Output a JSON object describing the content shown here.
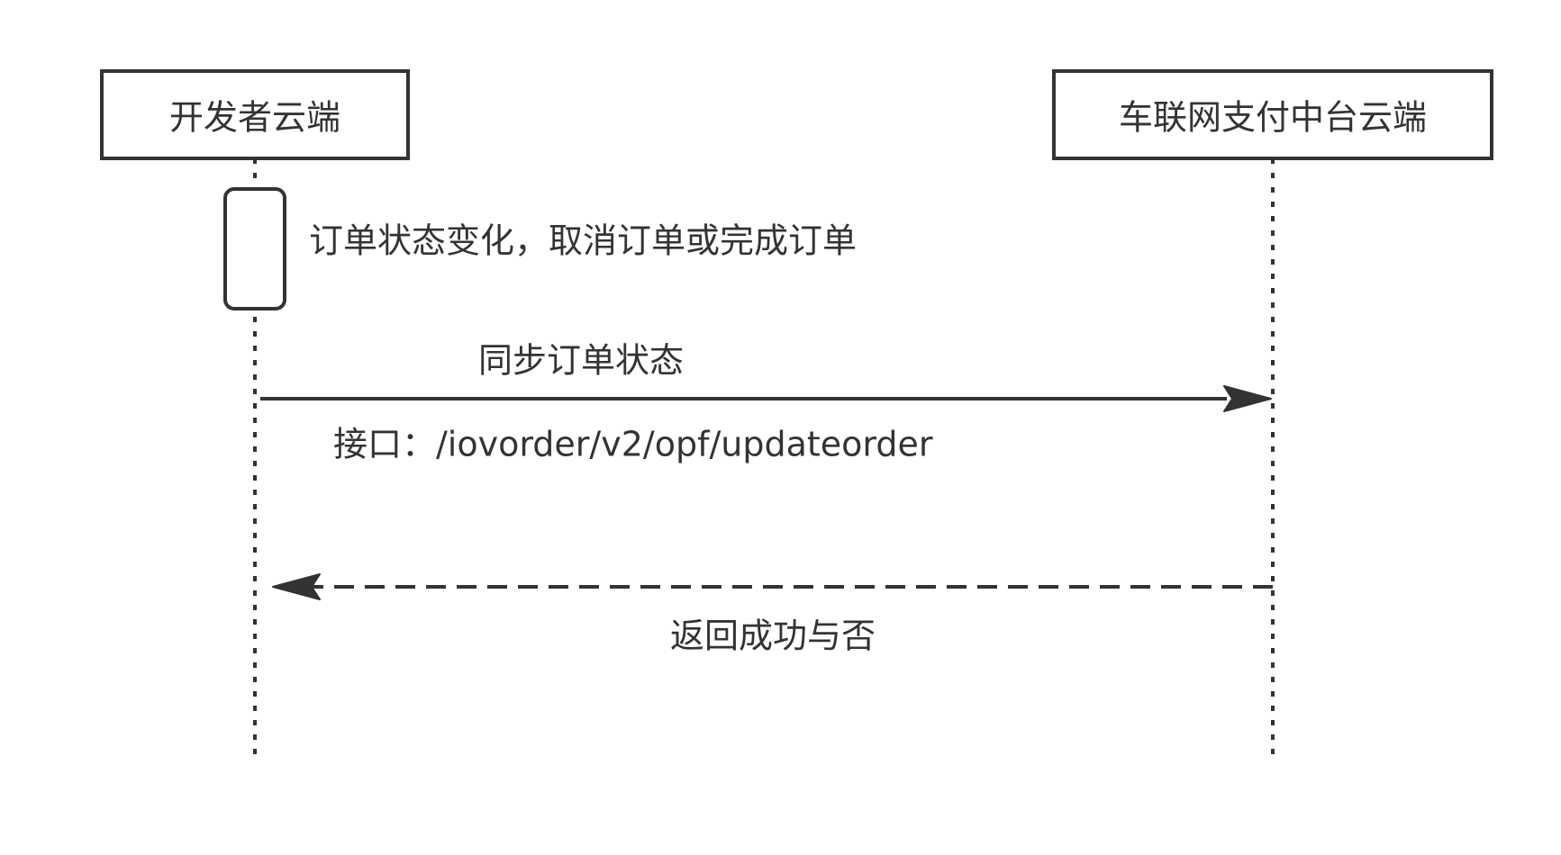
{
  "participants": [
    {
      "id": "developer",
      "label": "开发者云端"
    },
    {
      "id": "platform",
      "label": "车联网支付中台云端"
    }
  ],
  "activation": {
    "participant": "developer",
    "note": "订单状态变化，取消订单或完成订单"
  },
  "messages": [
    {
      "from": "developer",
      "to": "platform",
      "style": "solid",
      "label": "同步订单状态",
      "sublabel": "接口：/iovorder/v2/opf/updateorder"
    },
    {
      "from": "platform",
      "to": "developer",
      "style": "dashed",
      "label": "返回成功与否"
    }
  ],
  "colors": {
    "stroke": "#333333",
    "background": "#ffffff"
  }
}
